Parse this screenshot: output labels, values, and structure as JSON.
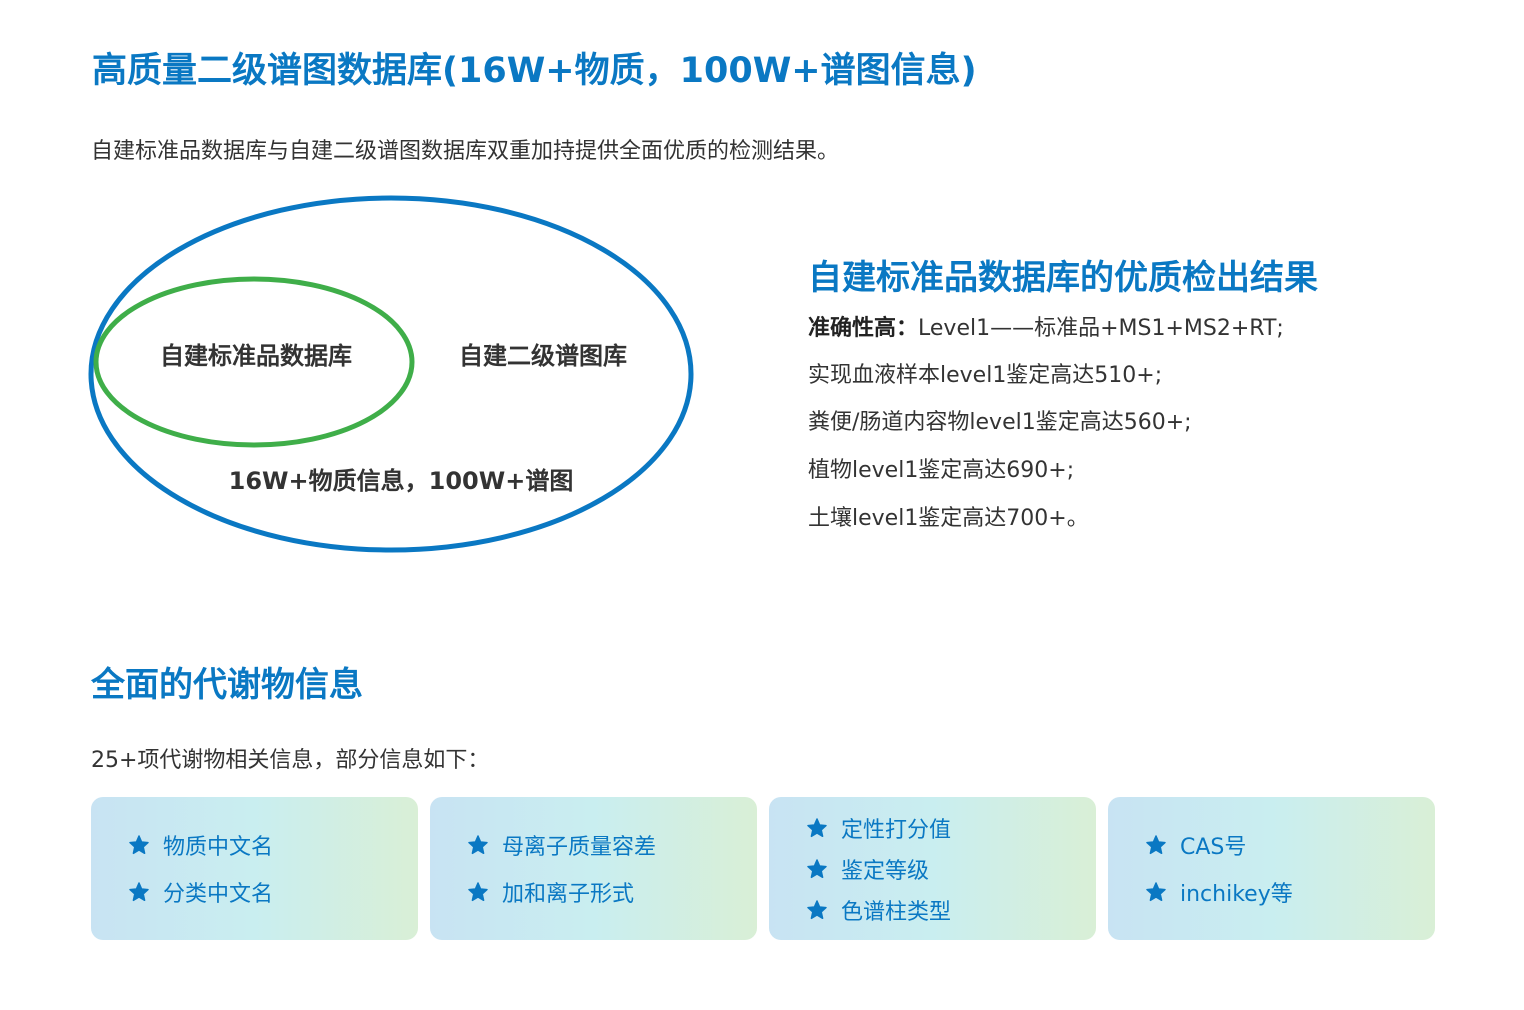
{
  "header": {
    "title": "高质量二级谱图数据库(16W+物质，100W+谱图信息)",
    "subtitle": "自建标准品数据库与自建二级谱图数据库双重加持提供全面优质的检测结果。"
  },
  "venn": {
    "inner_label": "自建标准品数据库",
    "outer_label": "自建二级谱图库",
    "bottom_label": "16W+物质信息，100W+谱图",
    "colors": {
      "outer": "#0a78c3",
      "inner": "#3fae49"
    }
  },
  "results": {
    "title": "自建标准品数据库的优质检出结果",
    "accuracy_label": "准确性高：",
    "accuracy_value": "Level1——标准品+MS1+MS2+RT;",
    "lines": [
      "实现血液样本level1鉴定高达510+;",
      "粪便/肠道内容物level1鉴定高达560+;",
      "植物level1鉴定高达690+;",
      "土壤level1鉴定高达700+。"
    ]
  },
  "metabolite_info": {
    "title": "全面的代谢物信息",
    "subtitle": "25+项代谢物相关信息，部分信息如下：",
    "cards": [
      {
        "items": [
          "物质中文名",
          "分类中文名"
        ]
      },
      {
        "items": [
          "母离子质量容差",
          "加和离子形式"
        ]
      },
      {
        "items": [
          "定性打分值",
          "鉴定等级",
          "色谱柱类型"
        ]
      },
      {
        "items": [
          "CAS号",
          "inchikey等"
        ]
      }
    ],
    "icon": "star-icon"
  },
  "colors": {
    "accent": "#0a78c3",
    "text": "#333333"
  }
}
